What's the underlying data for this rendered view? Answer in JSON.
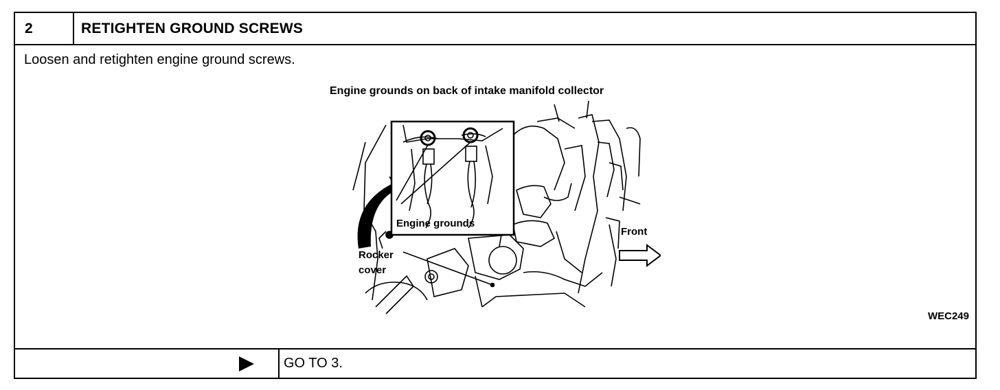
{
  "step": {
    "number": "2",
    "title": "RETIGHTEN GROUND SCREWS",
    "instruction": "Loosen and retighten engine ground screws."
  },
  "figure": {
    "caption": "Engine grounds on back of intake manifold collector",
    "labels": {
      "engine_grounds": "Engine grounds",
      "front": "Front",
      "rocker": "Rocker",
      "cover": "cover"
    },
    "code": "WEC249"
  },
  "action": {
    "icon": "play-arrow-icon",
    "text": "GO TO 3."
  }
}
